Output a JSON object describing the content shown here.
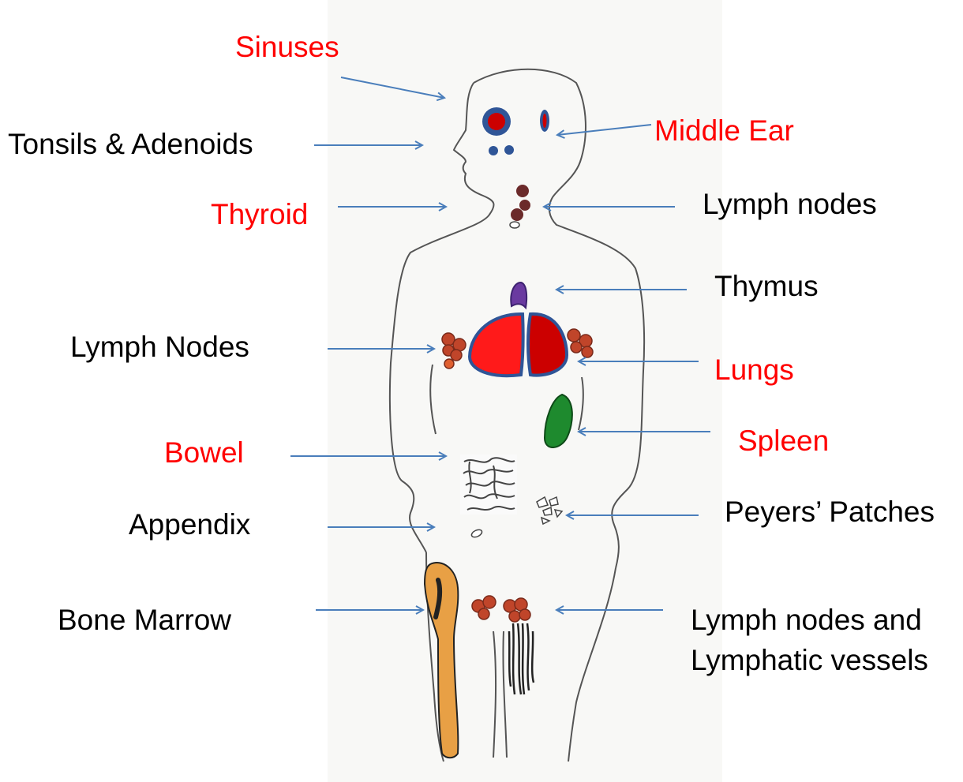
{
  "labels": {
    "sinuses": "Sinuses",
    "tonsils_adenoids": "Tonsils & Adenoids",
    "middle_ear": "Middle Ear",
    "thyroid": "Thyroid",
    "lymph_nodes_neck": "Lymph nodes",
    "thymus": "Thymus",
    "lymph_nodes_axillary": "Lymph Nodes",
    "lungs": "Lungs",
    "spleen": "Spleen",
    "bowel": "Bowel",
    "appendix": "Appendix",
    "peyers_patches": "Peyers’ Patches",
    "bone_marrow": "Bone Marrow",
    "lymph_nodes_vessels_line1": "Lymph nodes and",
    "lymph_nodes_vessels_line2": "Lymphatic vessels"
  },
  "colors": {
    "highlight_label": "#ff0000",
    "normal_label": "#000000",
    "arrow": "#4a7ebb",
    "outline": "#555555",
    "lung_fill_left": "#ff1a1a",
    "lung_fill_right": "#cc0000",
    "organ_border": "#2f5597",
    "spleen": "#1e8a2e",
    "thymus": "#6a3aa0",
    "lymph_node": "#c0452a",
    "bone": "#e8a045"
  }
}
